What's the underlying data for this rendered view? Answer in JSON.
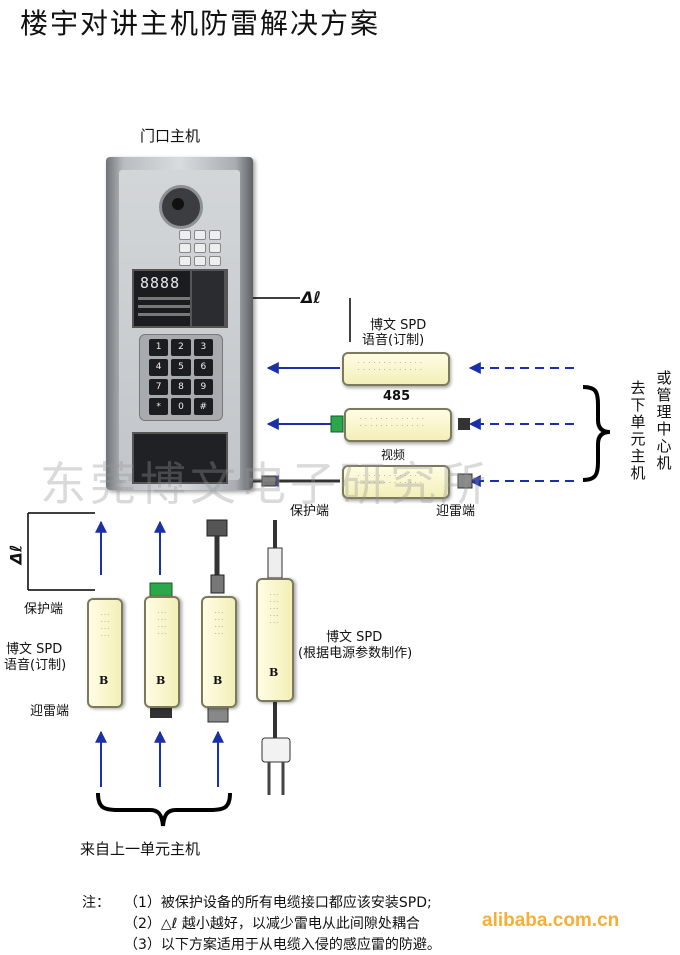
{
  "title": "楼宇对讲主机防雷解决方案",
  "door_station_label": "门口主机",
  "delta_l_symbol": "Δℓ",
  "top_spd": {
    "label_line1": "博文 SPD",
    "label_line2": "语音(订制)",
    "label_485": "485",
    "label_video": "视频",
    "protect_end": "保护端",
    "lightning_end": "迎雷端"
  },
  "right_labels": {
    "col1": "去下单元主机",
    "col2": "或管理中心机"
  },
  "left_spd": {
    "protect_end": "保护端",
    "label_line1": "博文 SPD",
    "label_line2": "语音(订制)",
    "lightning_end": "迎雷端"
  },
  "power_spd": {
    "label_line1": "博文 SPD",
    "label_line2": "(根据电源参数制作)"
  },
  "from_label": "来自上一单元主机",
  "notes": {
    "prefix": "注：",
    "n1": "（1）被保护设备的所有电缆接口都应该安装SPD;",
    "n2": "（2）△ℓ 越小越好，以减少雷电从此间隙处耦合",
    "n3": "（3）以下方案适用于从电缆入侵的感应雷的防避。"
  },
  "watermark": "东莞博文电子研究所",
  "site_watermark": "alibaba.com.cn",
  "display_digits": "8888",
  "keypad": [
    "1",
    "2",
    "3",
    "4",
    "5",
    "6",
    "7",
    "8",
    "9",
    "*",
    "0",
    "#"
  ],
  "colors": {
    "arrow": "#1a2fa8",
    "spd_body": "#f7f3c6",
    "spd_border": "#7b7a5c",
    "terminal_green": "#2aa84a",
    "station_gray": "#b9bcc0"
  }
}
